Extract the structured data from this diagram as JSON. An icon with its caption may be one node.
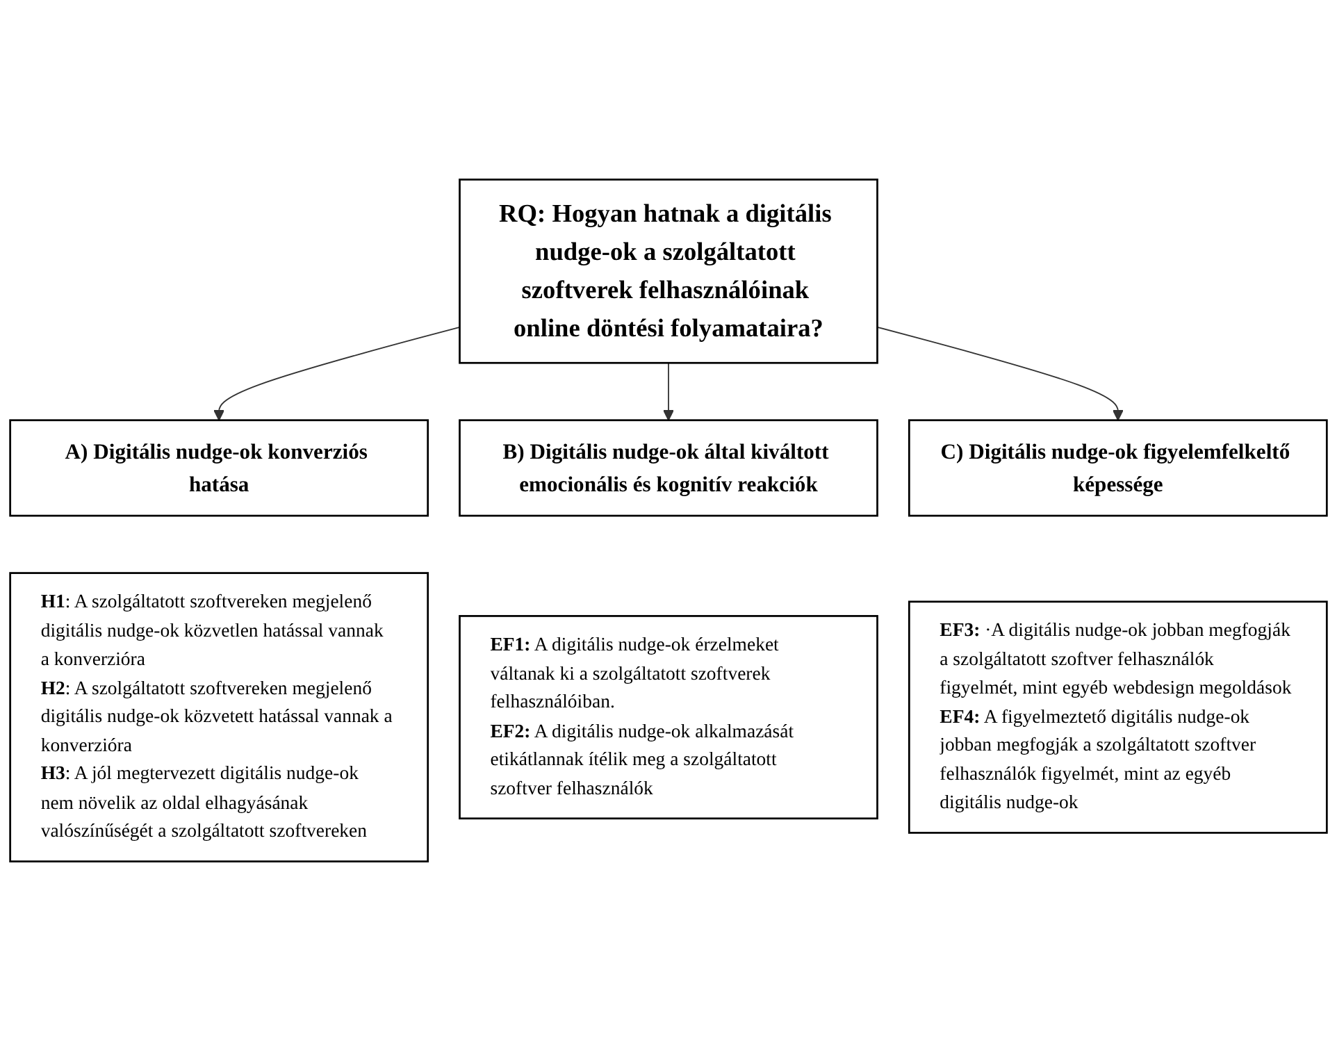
{
  "diagram": {
    "nodes": [
      {
        "text": [
          "RQ: Hogyan hatnak a digitális nudge-ok a szolgáltatott szoftverek felhasználóinak online döntési folyamataira?"
        ]
      },
      {
        "text": [
          "A) Digitális nudge-ok konverziós hatása"
        ]
      },
      {
        "text": [
          "**H1**: A szolgáltatott szoftvereken megjelenő digitális nudge-ok közvetlen hatással vannak a konverzióra",
          "**H2**: A szolgáltatott szoftvereken megjelenő digitális nudge-ok közvetett hatással vannak a konverzióra",
          "**H3**: A jól megtervezett digitális nudge-ok nem növelik az oldal elhagyásának valószínűségét a szolgáltatott szoftvereken"
        ]
      },
      {
        "text": [
          "B) Digitális nudge-ok által kiváltott emocionális és kognitív reakciók"
        ]
      },
      {
        "text": [
          "**EF1:** A digitális nudge-ok érzelmeket váltanak ki a szolgáltatott szoftverek felhasználóiban.",
          "**EF2:** A digitális nudge-ok alkalmazását etikátlannak ítélik meg a szolgáltatott szoftver felhasználók"
        ]
      },
      {
        "text": [
          "C) Digitális nudge-ok figyelemfelkeltő képessége"
        ]
      },
      {
        "text": [
          "**EF3:** ·A digitális nudge-ok jobban megfogják a szolgáltatott szoftver felhasználók figyelmét, mint egyéb webdesign megoldások",
          "**EF4:** A figyelmeztető digitális nudge-ok jobban megfogják a szolgáltatott szoftver felhasználók figyelmét, mint az egyéb digitális nudge-ok"
        ]
      }
    ],
    "edges": [
      {
        "from": 0,
        "to": 1,
        "arrow": "to"
      },
      {
        "from": 0,
        "to": 3,
        "arrow": "to"
      },
      {
        "from": 0,
        "to": 5,
        "arrow": "to"
      }
    ]
  }
}
